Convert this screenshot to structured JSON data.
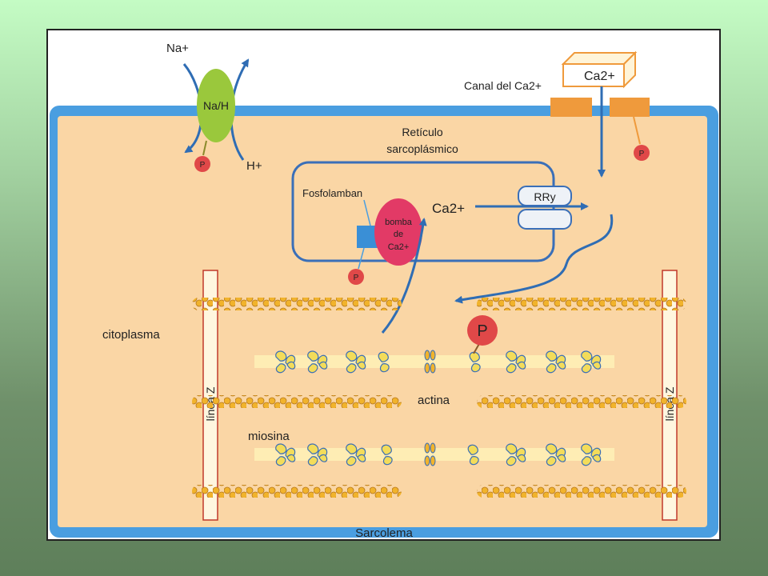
{
  "labels": {
    "na_plus": "Na+",
    "nah": "Na/H",
    "h_plus": "H+",
    "p_small": "P",
    "canal_del_ca": "Canal del Ca2+",
    "ca_channel_box": "Ca2+",
    "reticulo_line1": "Retículo",
    "reticulo_line2": "sarcoplásmico",
    "fosfolamban": "Fosfolamban",
    "bomba_line1": "bomba",
    "bomba_line2": "de",
    "bomba_line3": "Ca2+",
    "ca_ion": "Ca2+",
    "rry": "RRy",
    "p_large": "P",
    "citoplasma": "citoplasma",
    "linea_z": "línea Z",
    "actina": "actina",
    "miosina": "miosina",
    "sarcolema": "Sarcolema"
  },
  "colors": {
    "membrane": "#4a9ee0",
    "cytoplasm": "#fad6a5",
    "reticulum": "#3a6fb8",
    "arrow": "#2f6db4",
    "exchanger": "#9ac83c",
    "phosphate": "#e04848",
    "pump": "#e23a66",
    "channel": "#ef9a3c",
    "actin": "#f1b32c",
    "myosin": "#f3dc5a",
    "z_line": "#fff6df"
  }
}
